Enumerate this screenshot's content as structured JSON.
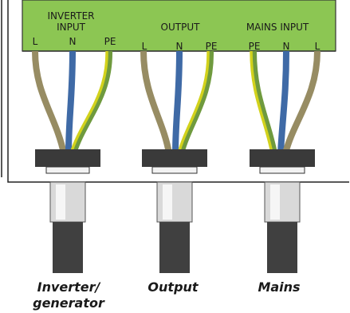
{
  "terminal_block": {
    "color": "#8cc653",
    "groups": [
      {
        "name_lines": [
          "INVERTER",
          "INPUT"
        ],
        "terminals": [
          "L",
          "N",
          "PE"
        ]
      },
      {
        "name_lines": [
          "OUTPUT"
        ],
        "terminals": [
          "L",
          "N",
          "PE"
        ]
      },
      {
        "name_lines": [
          "MAINS INPUT"
        ],
        "terminals": [
          "PE",
          "N",
          "L"
        ]
      }
    ]
  },
  "wire_colors": {
    "L": "#978c63",
    "N": "#3f6aa6",
    "PE_green": "#6f9a3e",
    "PE_yellow": "#d2d21c"
  },
  "cables": [
    {
      "caption_lines": [
        "Inverter/",
        "generator"
      ]
    },
    {
      "caption_lines": [
        "Output"
      ]
    },
    {
      "caption_lines": [
        "Mains"
      ]
    }
  ]
}
